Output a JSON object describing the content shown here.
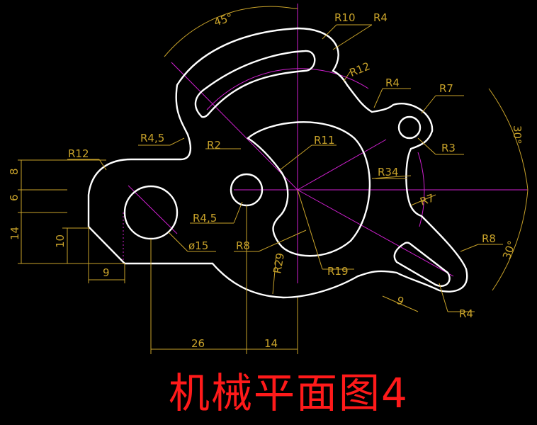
{
  "title": "机械平面图4",
  "colors": {
    "outline": "#ffffff",
    "dimension": "#c8a22a",
    "center_line": "#d020d0",
    "title": "#ff1a1a",
    "background": "#000000"
  },
  "labels": {
    "ang45": "45°",
    "r10": "R10",
    "r4_top": "R4",
    "r12_top": "R12",
    "r4_mid": "R4",
    "r7_top": "R7",
    "ang30_top": "30°",
    "r4_5_left": "R4,5",
    "r2": "R2",
    "r11": "R11",
    "r3": "R3",
    "r34": "R34",
    "r7_mid": "R7",
    "r12_left": "R12",
    "r4_5_hole": "R4,5",
    "dia15": "ø15",
    "r8_center": "R8",
    "r29": "R29",
    "r19": "R19",
    "r8_right": "R8",
    "ang30_bottom": "30°",
    "r4_bottom": "R4",
    "d9_slot": "9",
    "d9_left": "9",
    "d26": "26",
    "d14_bottom": "14",
    "d8": "8",
    "d6": "6",
    "d14_left": "14",
    "d10": "10"
  }
}
